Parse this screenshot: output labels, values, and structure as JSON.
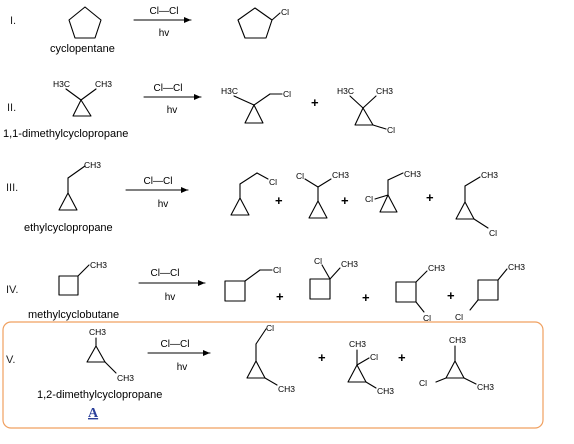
{
  "reactions": [
    {
      "id": "I",
      "label": "I.",
      "name": "cyclopentane",
      "reagent": "Cl—Cl",
      "condition": "hv",
      "atoms": [
        "Cl"
      ]
    },
    {
      "id": "II",
      "label": "II.",
      "name": "1,1-dimethylcyclopropane",
      "reagent": "Cl—Cl",
      "condition": "hv",
      "atoms": [
        "H3C",
        "CH3",
        "H3C",
        "Cl",
        "H3C",
        "CH3",
        "Cl"
      ]
    },
    {
      "id": "III",
      "label": "III.",
      "name": "ethylcyclopropane",
      "reagent": "Cl—Cl",
      "condition": "hv",
      "atoms": [
        "CH3",
        "Cl",
        "Cl",
        "CH3",
        "Cl",
        "CH3",
        "CH3",
        "Cl"
      ]
    },
    {
      "id": "IV",
      "label": "IV.",
      "name": "methylcyclobutane",
      "reagent": "Cl—Cl",
      "condition": "hv",
      "atoms": [
        "CH3",
        "Cl",
        "Cl",
        "CH3",
        "CH3",
        "Cl",
        "CH3",
        "Cl"
      ]
    },
    {
      "id": "V",
      "label": "V.",
      "name": "1,2-dimethylcyclopropane",
      "reagent": "Cl—Cl",
      "condition": "hv",
      "compound_label": "A",
      "atoms": [
        "CH3",
        "CH3",
        "Cl",
        "CH3",
        "CH3",
        "Cl",
        "CH3",
        "CH3",
        "Cl",
        "CH3"
      ]
    }
  ],
  "plus_sign": "+",
  "colors": {
    "box": "#f0a060",
    "label": "#2a3f9a"
  }
}
